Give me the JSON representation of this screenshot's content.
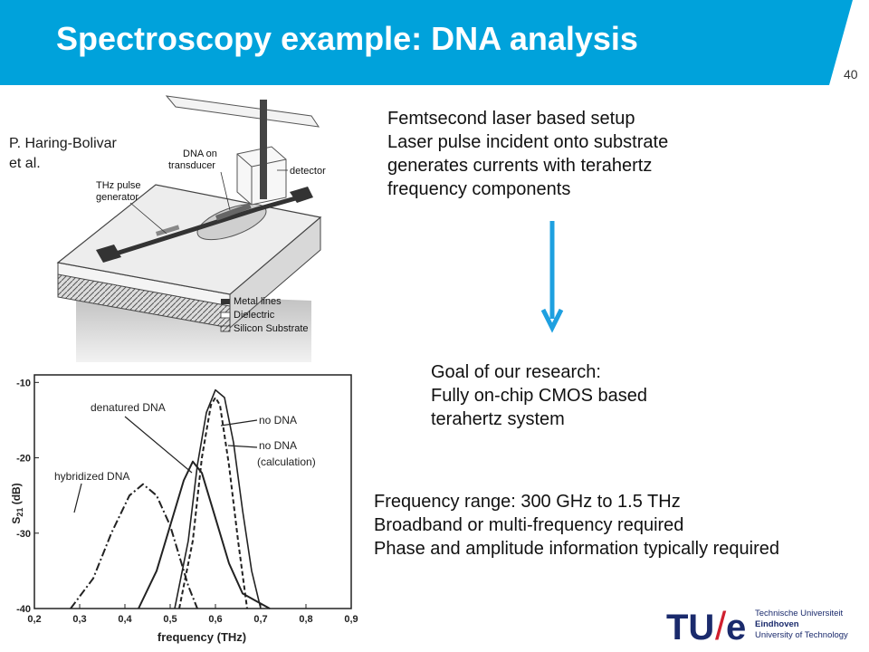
{
  "slide": {
    "title": "Spectroscopy example: DNA analysis",
    "page_number": "40",
    "accent_color": "#00a2db"
  },
  "credit": {
    "lines": [
      "P. Haring-Bolivar",
      "et al."
    ]
  },
  "diagram": {
    "labels": {
      "dna_on": "DNA on",
      "transducer": "transducer",
      "detector": "detector",
      "thz_pulse": "THz pulse",
      "generator": "generator"
    },
    "legend": [
      "Metal lines",
      "Dielectric",
      "Silicon Substrate"
    ]
  },
  "setup_text": {
    "lines": [
      "Femtsecond laser based setup",
      "Laser pulse incident onto substrate",
      "generates currents with terahertz",
      "frequency components"
    ]
  },
  "goal_text": {
    "lines": [
      "Goal of our research:",
      "Fully on-chip CMOS based",
      "terahertz system"
    ]
  },
  "freq_text": {
    "lines": [
      "Frequency range: 300 GHz to 1.5 THz",
      "Broadband or multi-frequency required",
      "Phase and amplitude information typically required"
    ]
  },
  "chart_data": {
    "type": "line",
    "xlabel": "frequency (THz)",
    "ylabel": "S21 (dB)",
    "xlim": [
      0.2,
      0.9
    ],
    "ylim": [
      -40,
      -9
    ],
    "xticks": [
      "0,2",
      "0,3",
      "0,4",
      "0,5",
      "0,6",
      "0,7",
      "0,8",
      "0,9"
    ],
    "yticks": [
      "-10",
      "-20",
      "-30",
      "-40"
    ],
    "annotations": [
      "denatured DNA",
      "no DNA",
      "no DNA",
      "(calculation)",
      "hybridized DNA"
    ],
    "series": [
      {
        "style": "solid",
        "x": [
          0.43,
          0.47,
          0.5,
          0.53,
          0.55,
          0.57,
          0.6,
          0.63,
          0.66,
          0.69,
          0.72
        ],
        "y": [
          -40,
          -35,
          -29,
          -23,
          -20.5,
          -22,
          -28,
          -34,
          -38,
          -39,
          -40
        ]
      },
      {
        "style": "solid",
        "x": [
          0.51,
          0.54,
          0.56,
          0.58,
          0.6,
          0.62,
          0.64,
          0.66,
          0.68,
          0.7
        ],
        "y": [
          -40,
          -31,
          -21,
          -14,
          -11,
          -12,
          -18,
          -27,
          -35,
          -40
        ]
      },
      {
        "style": "dashed",
        "x": [
          0.52,
          0.55,
          0.57,
          0.59,
          0.6,
          0.61,
          0.63,
          0.65,
          0.67
        ],
        "y": [
          -40,
          -31,
          -20,
          -13,
          -12,
          -13,
          -21,
          -31,
          -40
        ]
      },
      {
        "style": "dash-dot",
        "x": [
          0.28,
          0.33,
          0.37,
          0.41,
          0.44,
          0.47,
          0.5,
          0.52,
          0.54,
          0.56
        ],
        "y": [
          -40,
          -36,
          -30,
          -25,
          -23.5,
          -25,
          -29,
          -33,
          -37,
          -40
        ]
      }
    ]
  },
  "logo": {
    "mark_tu": "TU",
    "mark_slash": "/",
    "mark_e": "e",
    "lines": [
      "Technische Universiteit",
      "Eindhoven",
      "University of Technology"
    ]
  }
}
